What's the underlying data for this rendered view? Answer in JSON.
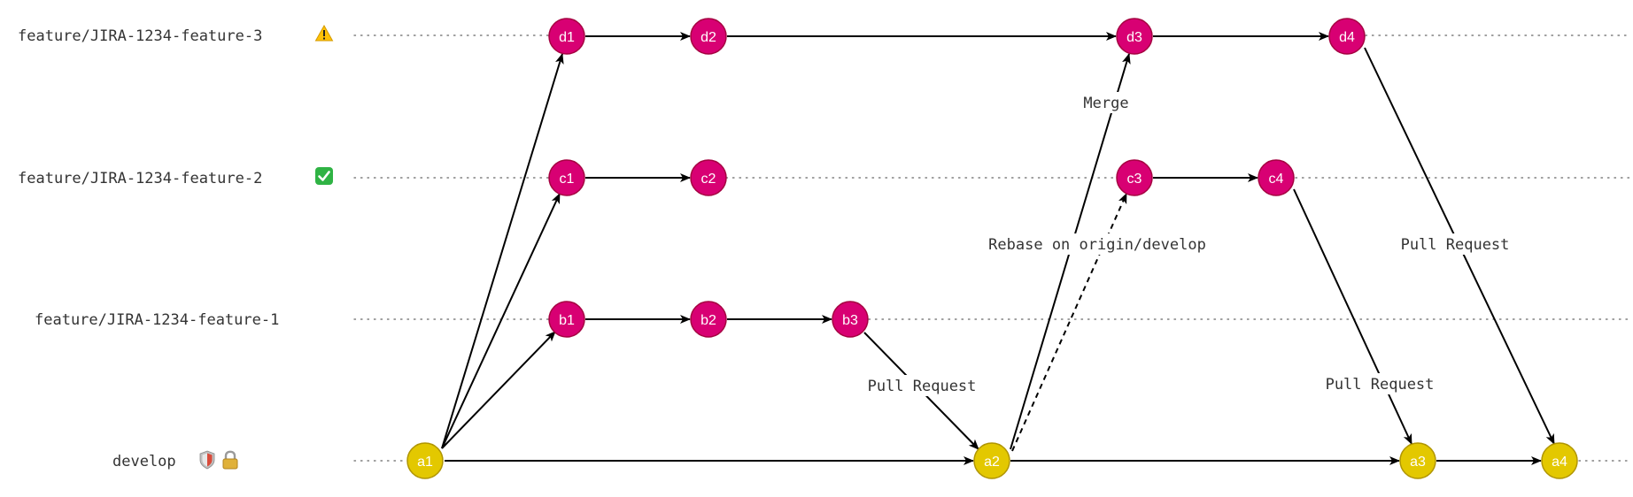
{
  "lanes": {
    "feature3": {
      "label": "feature/JIRA-1234-feature-3",
      "badge_icon": "warning-icon"
    },
    "feature2": {
      "label": "feature/JIRA-1234-feature-2",
      "badge_icon": "check-mark-icon"
    },
    "feature1": {
      "label": "feature/JIRA-1234-feature-1"
    },
    "develop": {
      "label": "develop",
      "badge_icons": [
        "shield-icon",
        "lock-icon"
      ]
    }
  },
  "colors": {
    "feature_commit_fill": "#d80073",
    "feature_commit_stroke": "#a50040",
    "develop_commit_fill": "#e3c800",
    "develop_commit_stroke": "#b09500",
    "edge": "#000000"
  },
  "commits": {
    "a1": "a1",
    "a2": "a2",
    "a3": "a3",
    "a4": "a4",
    "b1": "b1",
    "b2": "b2",
    "b3": "b3",
    "c1": "c1",
    "c2": "c2",
    "c3": "c3",
    "c4": "c4",
    "d1": "d1",
    "d2": "d2",
    "d3": "d3",
    "d4": "d4"
  },
  "edge_labels": {
    "merge": "Merge",
    "rebase": "Rebase on origin/develop",
    "pr_b3_a2": "Pull Request",
    "pr_c4_a3": "Pull Request",
    "pr_d4_a4": "Pull Request"
  }
}
